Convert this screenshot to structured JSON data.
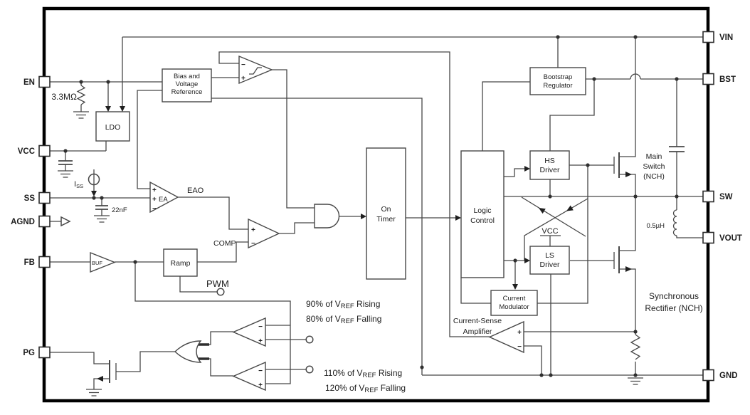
{
  "colors": {
    "ink": "#1d1d1d",
    "wire": "#474747",
    "border": "#000000",
    "background": "#ffffff"
  },
  "pins_left": [
    {
      "label": "EN"
    },
    {
      "label": "VCC"
    },
    {
      "label": "SS"
    },
    {
      "label": "AGND"
    },
    {
      "label": "FB"
    },
    {
      "label": "PG"
    }
  ],
  "pins_right": [
    {
      "label": "VIN"
    },
    {
      "label": "BST"
    },
    {
      "label": "SW"
    },
    {
      "label": "VOUT"
    },
    {
      "label": "GND"
    }
  ],
  "blocks": {
    "bias": {
      "l1": "Bias and",
      "l2": "Voltage",
      "l3": "Reference"
    },
    "ldo": {
      "l1": "LDO"
    },
    "ramp": {
      "l1": "Ramp"
    },
    "on_timer": {
      "l1": "On",
      "l2": "Timer"
    },
    "logic": {
      "l1": "Logic",
      "l2": "Control"
    },
    "hs_driver": {
      "l1": "HS",
      "l2": "Driver"
    },
    "ls_driver": {
      "l1": "LS",
      "l2": "Driver"
    },
    "bootstrap": {
      "l1": "Bootstrap",
      "l2": "Regulator"
    },
    "current_mod": {
      "l1": "Current",
      "l2": "Modulator"
    }
  },
  "amps": {
    "ea": "EA",
    "buf": "BUF"
  },
  "labels": {
    "en_resistor": "3.3MΩ",
    "iss_main": "I",
    "iss_sub": "SS",
    "ss_cap": "22nF",
    "eao": "EAO",
    "comp": "COMP",
    "pwm": "PWM",
    "vcc_rail": "VCC",
    "inductor": "0.5µH",
    "main_switch": {
      "l1": "Main",
      "l2": "Switch",
      "l3": "(NCH)"
    },
    "sync_rect": {
      "l1": "Synchronous",
      "l2": "Rectifier (NCH)"
    },
    "csa": {
      "l1": "Current-Sense",
      "l2": "Amplifier"
    }
  },
  "thresholds": {
    "sub": "REF",
    "t90_pre": "90% of V",
    "t90_post": " Rising",
    "t80_pre": "80% of V",
    "t80_post": " Falling",
    "t110_pre": "110% of V",
    "t110_post": " Rising",
    "t120_pre": "120% of V",
    "t120_post": " Falling"
  },
  "sym": {
    "plus": "+",
    "minus": "−"
  }
}
